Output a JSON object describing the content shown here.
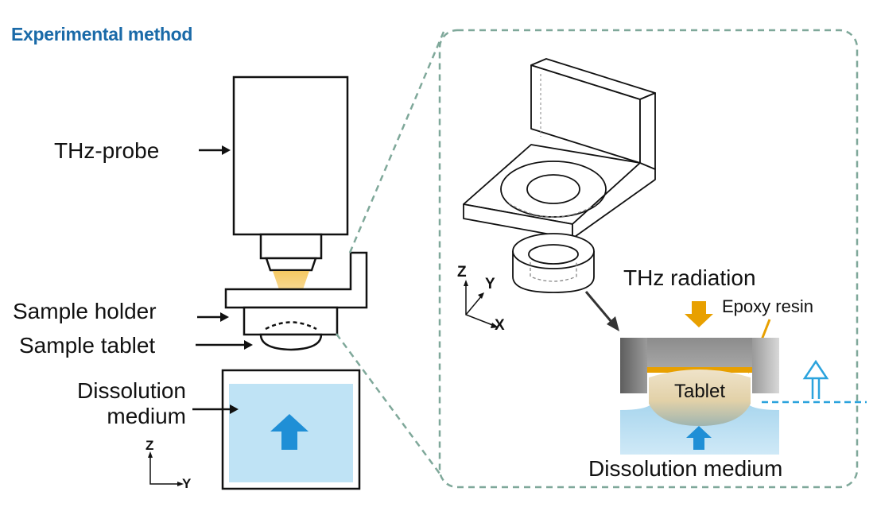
{
  "title": "Experimental method",
  "left_diagram": {
    "probe_label": "THz-probe",
    "holder_label": "Sample holder",
    "tablet_label": "Sample tablet",
    "medium_label_line1": "Dissolution",
    "medium_label_line2": "medium",
    "axis_z": "Z",
    "axis_y": "Y"
  },
  "right_diagram": {
    "axis_z": "Z",
    "axis_y": "Y",
    "axis_x": "X",
    "thz_label": "THz radiation",
    "epoxy_label": "Epoxy resin",
    "tablet_label": "Tablet",
    "medium_label": "Dissolution medium"
  },
  "colors": {
    "heading": "#1a6aa8",
    "medium_fill": "#bfe3f5",
    "arrow_blue": "#1f8fd6",
    "beam": "#f2c35a",
    "dashed_border": "#7fa89a",
    "epoxy": "#e8a000"
  }
}
